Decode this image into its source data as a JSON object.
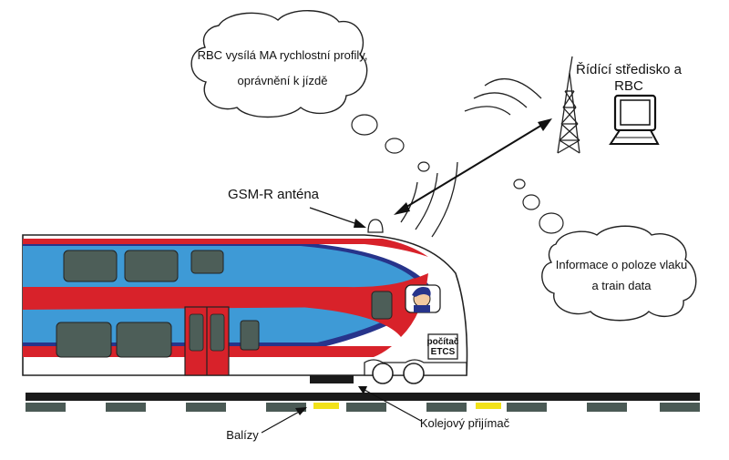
{
  "clouds": {
    "rbc_sends": {
      "line1": "RBC vysílá MA rychlostní profily,",
      "line2": "oprávnění k jízdě"
    },
    "position_info": {
      "line1": "Informace o poloze vlaku",
      "line2": "a train data"
    }
  },
  "labels": {
    "control_center_line1": "Řídící středisko a",
    "control_center_line2": "RBC",
    "gsm_antenna": "GSM-R anténa",
    "computer_line1": "počítač",
    "computer_line2": "ETCS",
    "balises": "Balízy",
    "track_receiver": "Kolejový přijímač"
  },
  "colors": {
    "train_red": "#d8222a",
    "train_blue": "#3e9ad6",
    "train_navy": "#27348b",
    "window_grey": "#4d5e58",
    "balise_yellow": "#f2e21a",
    "rail_black": "#1a1a1a",
    "sleeper_grey": "#4b5a55"
  }
}
